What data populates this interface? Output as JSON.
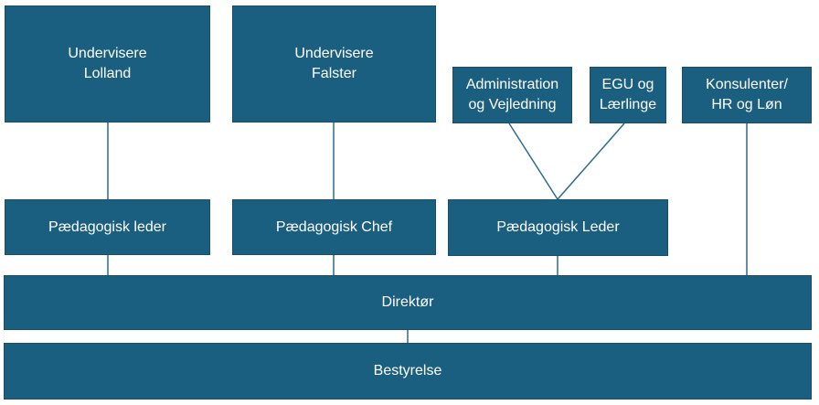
{
  "boxes": {
    "teachers_lolland": "Undervisere\nLolland",
    "teachers_falster": "Undervisere\nFalster",
    "administration": "Administration\nog Vejledning",
    "egu": "EGU og\nLærlinge",
    "consultants": "Konsulenter/\nHR og Løn",
    "ped_leader_1": "Pædagogisk leder",
    "ped_chief": "Pædagogisk Chef",
    "ped_leader_2": "Pædagogisk Leder",
    "director": "Direktør",
    "board": "Bestyrelse"
  },
  "colors": {
    "box_fill": "#1b5f80",
    "connector": "#2a6c8c",
    "text": "#ffffff"
  }
}
